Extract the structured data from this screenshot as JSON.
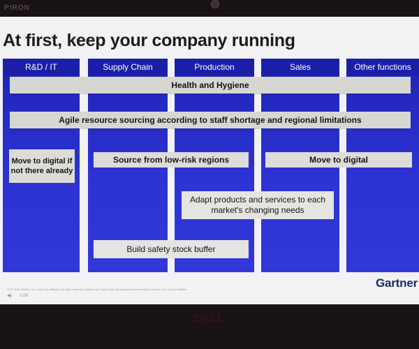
{
  "bezel": {
    "top_text": "PIRON",
    "bottom_text": "",
    "brand": "DELL"
  },
  "slide": {
    "title": "At first, keep your company running",
    "columns": [
      {
        "label": "R&D / IT"
      },
      {
        "label": "Supply Chain"
      },
      {
        "label": "Production"
      },
      {
        "label": "Sales"
      },
      {
        "label": "Other functions"
      }
    ],
    "bands": {
      "health": "Health and Hygiene",
      "agile": "Agile resource sourcing according to staff shortage and regional limitations"
    },
    "boxes": {
      "move_left": "Move to digital if not there already",
      "source": "Source from low-risk regions",
      "move_right": "Move to digital",
      "adapt": "Adapt products and services to each market's changing needs",
      "buffer": "Build safety stock buffer"
    },
    "footer": {
      "copyright": "14   © 2020 Gartner, Inc. and/or its affiliates. All rights reserved. Gartner and Hype Cycle are registered trademarks of Gartner, Inc. and its affiliates.",
      "controls": [
        "◀)",
        "1.0X"
      ]
    },
    "logo": "Gartner"
  },
  "colors": {
    "column_blue": "#2a2fc8",
    "header_blue": "#1b1fa8",
    "band_gray": "#d7d7d2",
    "screen_bg": "#f2f2f4"
  }
}
